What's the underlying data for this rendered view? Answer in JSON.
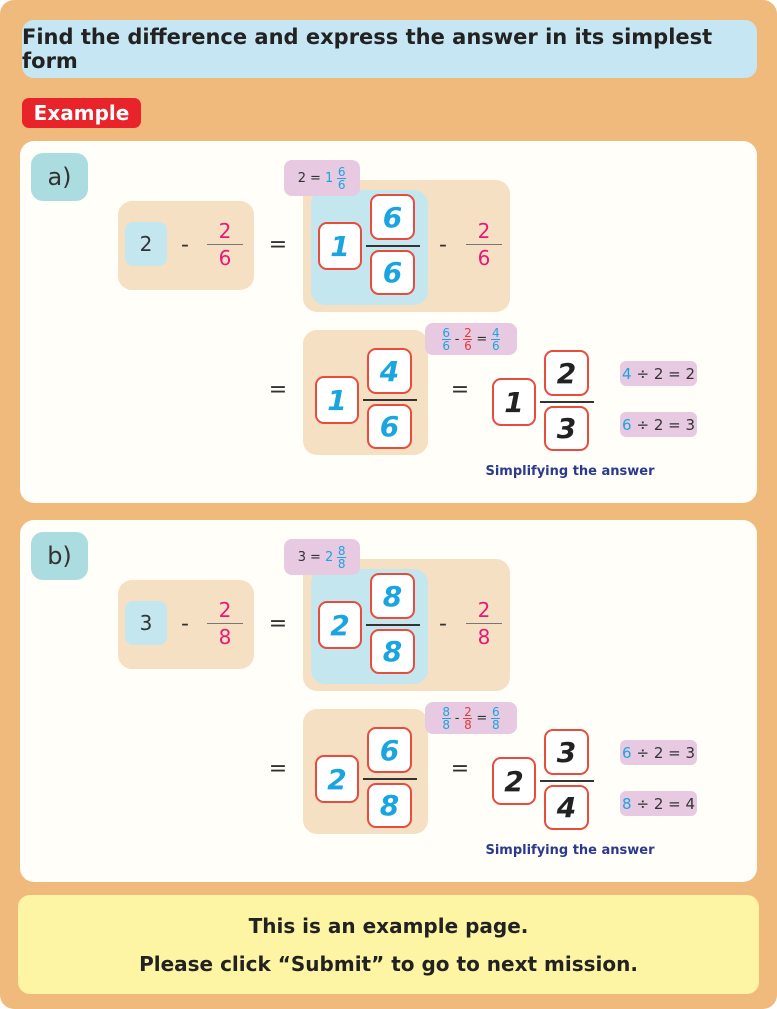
{
  "header": {
    "instruction": "Find the difference and express the answer in its simplest form"
  },
  "badge": {
    "label": "Example"
  },
  "sections": [
    {
      "label": "a)",
      "whole": "2",
      "minus": "-",
      "equals": "=",
      "frac_num": "2",
      "frac_den": "6",
      "bubble1": {
        "left": "2",
        "eq": "=",
        "whole": "1",
        "num": "6",
        "den": "6"
      },
      "step1": {
        "whole": "1",
        "num": "6",
        "den": "6"
      },
      "bubble2": {
        "a_num": "6",
        "a_den": "6",
        "minus": "-",
        "b_num": "2",
        "b_den": "6",
        "eq": "=",
        "c_num": "4",
        "c_den": "6"
      },
      "step2": {
        "whole": "1",
        "num": "4",
        "den": "6"
      },
      "answer": {
        "whole": "1",
        "num": "2",
        "den": "3"
      },
      "notes": [
        {
          "a": "4",
          "rest": "÷ 2 = 2"
        },
        {
          "a": "6",
          "rest": "÷ 2 = 3"
        }
      ],
      "simplify_label": "Simplifying the answer"
    },
    {
      "label": "b)",
      "whole": "3",
      "minus": "-",
      "equals": "=",
      "frac_num": "2",
      "frac_den": "8",
      "bubble1": {
        "left": "3",
        "eq": "=",
        "whole": "2",
        "num": "8",
        "den": "8"
      },
      "step1": {
        "whole": "2",
        "num": "8",
        "den": "8"
      },
      "bubble2": {
        "a_num": "8",
        "a_den": "8",
        "minus": "-",
        "b_num": "2",
        "b_den": "8",
        "eq": "=",
        "c_num": "6",
        "c_den": "8"
      },
      "step2": {
        "whole": "2",
        "num": "6",
        "den": "8"
      },
      "answer": {
        "whole": "2",
        "num": "3",
        "den": "4"
      },
      "notes": [
        {
          "a": "6",
          "rest": "÷ 2 = 3"
        },
        {
          "a": "8",
          "rest": "÷ 2 = 4"
        }
      ],
      "simplify_label": "Simplifying the answer"
    }
  ],
  "footer": {
    "line1": "This is an example page.",
    "line2": "Please click “Submit” to go to next mission."
  }
}
